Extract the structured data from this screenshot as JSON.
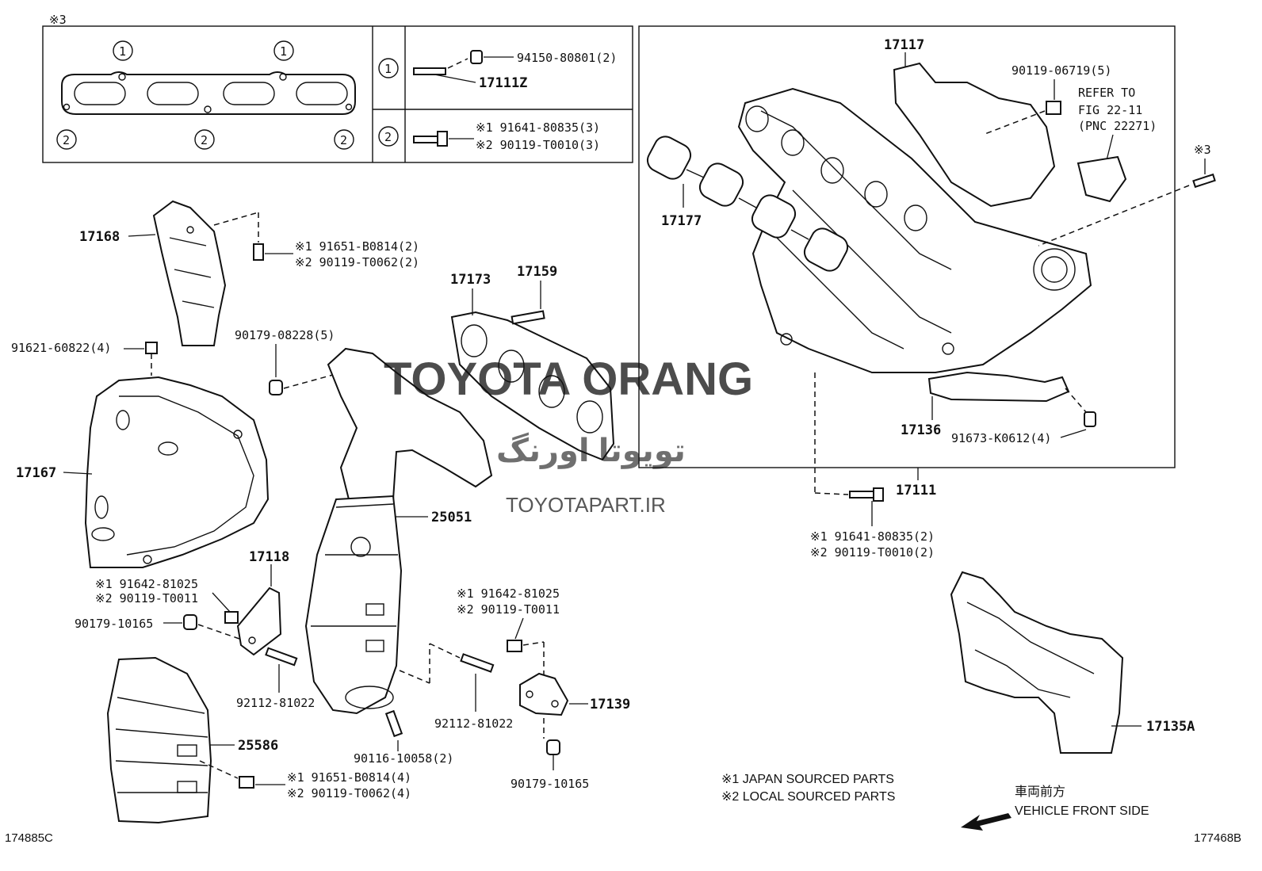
{
  "inset": {
    "marker": "※3",
    "circle_one": "1",
    "circle_two": "2",
    "row1": {
      "part": "94150-80801(2)",
      "stud": "17111Z"
    },
    "row2": {
      "line1": "※1 91641-80835(3)",
      "line2": "※2 90119-T0010(3)"
    }
  },
  "labels": {
    "p17117": "17117",
    "p90119_06719": "90119-06719(5)",
    "refer1": "REFER TO",
    "refer2": "FIG 22-11",
    "refer3": "(PNC 22271)",
    "marker3": "※3",
    "p17177": "17177",
    "p17136": "17136",
    "p91673": "91673-K0612(4)",
    "p17111": "17111",
    "b1": "※1 91641-80835(2)",
    "b2": "※2 90119-T0010(2)",
    "p17168": "17168",
    "p17168_b1": "※1 91651-B0814(2)",
    "p17168_b2": "※2 90119-T0062(2)",
    "p17173": "17173",
    "p17159": "17159",
    "p90179_08228": "90179-08228(5)",
    "p91621": "91621-60822(4)",
    "p17167": "17167",
    "p25051": "25051",
    "p17118": "17118",
    "p17118_b1": "※1 91642-81025",
    "p17118_b2": "※2 90119-T0011",
    "p90179_10165a": "90179-10165",
    "p92112a": "92112-81022",
    "p17139_b1": "※1 91642-81025",
    "p17139_b2": "※2 90119-T0011",
    "p17139": "17139",
    "p92112b": "92112-81022",
    "p90116": "90116-10058(2)",
    "p90179_10165b": "90179-10165",
    "p25586": "25586",
    "p25586_b1": "※1 91651-B0814(4)",
    "p25586_b2": "※2 90119-T0062(4)",
    "p17135a": "17135A"
  },
  "notes": {
    "japan": "※1 JAPAN SOURCED PARTS",
    "local": "※2 LOCAL SOURCED PARTS"
  },
  "direction": {
    "jp": "車両前方",
    "en": "VEHICLE FRONT SIDE"
  },
  "watermark": {
    "brand": "TOYOTA ORANG",
    "persian": "تویوتا اورنگ",
    "site": "TOYOTAPART.IR",
    "color": "#f0a0a0"
  },
  "footer": {
    "left_code": "174885C",
    "right_code": "177468B"
  }
}
